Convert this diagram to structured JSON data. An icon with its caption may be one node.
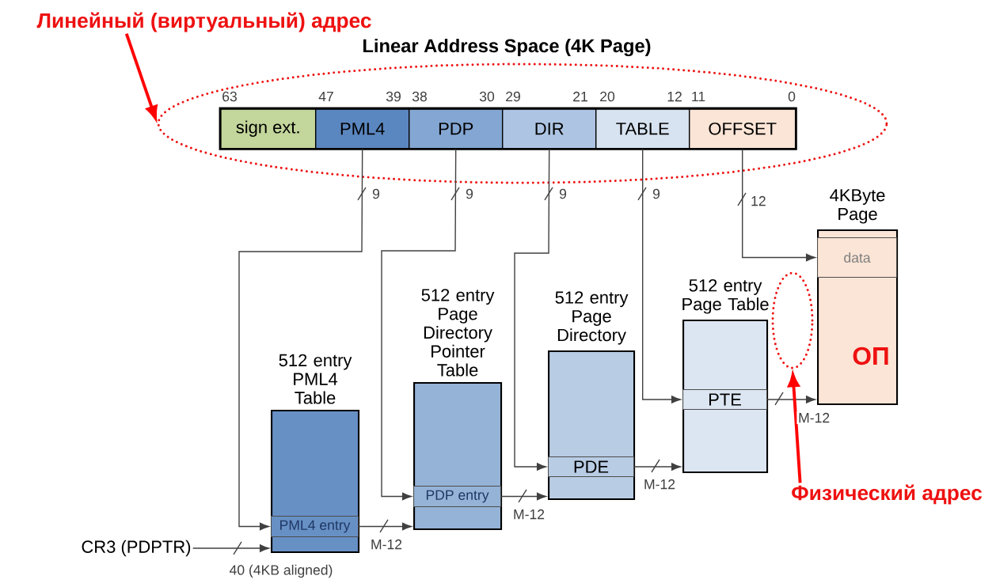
{
  "diagram": {
    "title": "Linear Address Space (4K Page)",
    "nodes": [
      {
        "text": [
          "Линейный (виртуальный) адрес"
        ]
      },
      {
        "text": [],
        "shape": "ellipse"
      },
      {
        "text": [
          "sign ext."
        ],
        "in": 1
      },
      {
        "text": [
          "PML4"
        ],
        "in": 1
      },
      {
        "text": [
          "PDP"
        ],
        "in": 1
      },
      {
        "text": [
          "DIR"
        ],
        "in": 1
      },
      {
        "text": [
          "TABLE"
        ],
        "in": 1
      },
      {
        "text": [
          "OFFSET"
        ],
        "in": 1
      },
      {
        "text": [
          "512 entry PML4 Table"
        ]
      },
      {
        "text": [
          "PML4 entry"
        ],
        "in": 8
      },
      {
        "text": [
          "512 entry Page Directory Pointer Table"
        ]
      },
      {
        "text": [
          "PDP entry"
        ],
        "in": 10
      },
      {
        "text": [
          "512 entry Page Directory"
        ]
      },
      {
        "text": [
          "PDE"
        ],
        "in": 12
      },
      {
        "text": [
          "512 entry Page Table"
        ]
      },
      {
        "text": [
          "PTE"
        ],
        "in": 14
      },
      {
        "text": [],
        "shape": "ellipse"
      },
      {
        "text": [
          "4KByte Page",
          "ОП"
        ]
      },
      {
        "text": [
          "data"
        ],
        "in": 17
      },
      {
        "text": [
          "CR3 (PDPTR)"
        ]
      },
      {
        "text": [
          "Физический адрес"
        ]
      }
    ],
    "edges": [
      {
        "from": 0,
        "to": 1,
        "arrow": "to",
        "style": "thick",
        "color": "#ff0000"
      },
      {
        "from": 3,
        "to": 9,
        "arrow": "to",
        "label": "9"
      },
      {
        "from": 4,
        "to": 11,
        "arrow": "to",
        "label": "9"
      },
      {
        "from": 5,
        "to": 13,
        "arrow": "to",
        "label": "9"
      },
      {
        "from": 6,
        "to": 15,
        "arrow": "to",
        "label": "9"
      },
      {
        "from": 7,
        "to": 18,
        "arrow": "to",
        "label": "12"
      },
      {
        "from": 9,
        "to": 10,
        "arrow": "to",
        "label": "M-12"
      },
      {
        "from": 11,
        "to": 12,
        "arrow": "to",
        "label": "M-12"
      },
      {
        "from": 13,
        "to": 14,
        "arrow": "to",
        "label": "M-12"
      },
      {
        "from": 15,
        "to": 17,
        "arrow": "to",
        "label": "M-12"
      },
      {
        "from": 20,
        "to": 16,
        "arrow": "to",
        "style": "thick",
        "color": "#ff0000"
      },
      {
        "from": 19,
        "to": 8,
        "arrow": "to",
        "label": "40 (4KB aligned)"
      }
    ],
    "labels": [
      "63",
      "47",
      "39",
      "38",
      "30",
      "29",
      "21",
      "20",
      "12",
      "11",
      "0"
    ]
  }
}
